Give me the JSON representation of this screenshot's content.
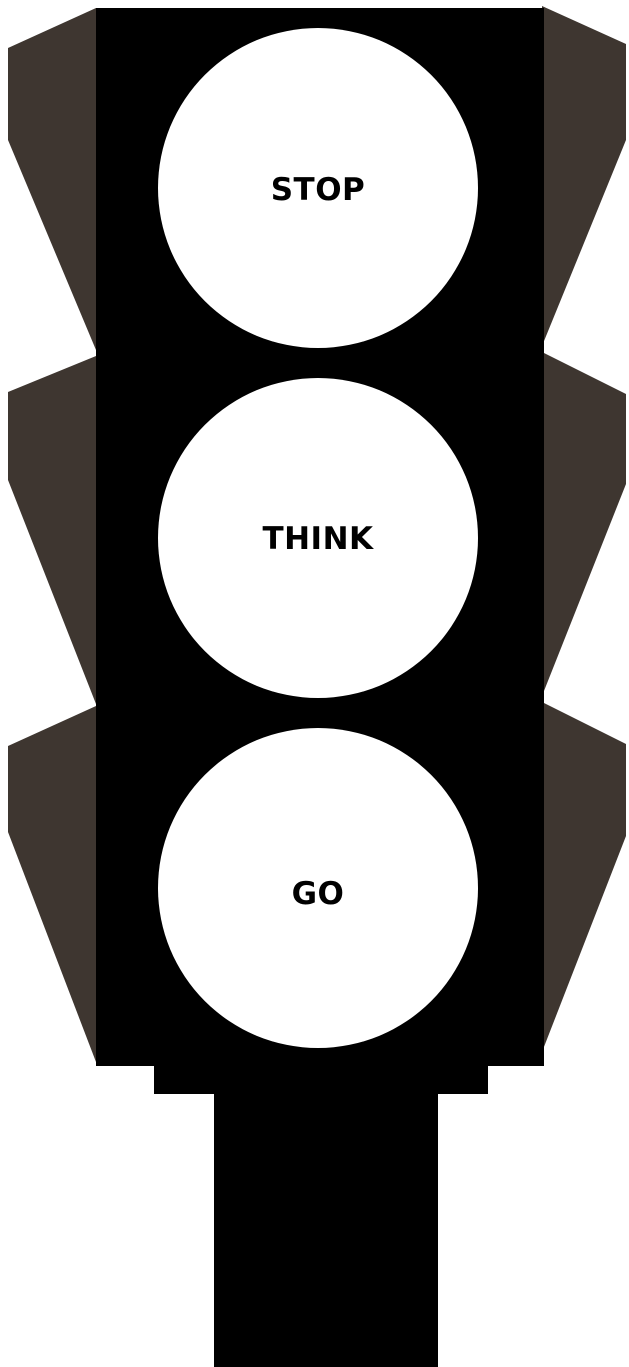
{
  "traffic_light": {
    "lamps": [
      {
        "label": "STOP"
      },
      {
        "label": "THINK"
      },
      {
        "label": "GO"
      }
    ]
  },
  "colors": {
    "housing": "#000000",
    "visor": "#3e3630",
    "lamp_face": "#ffffff",
    "text": "#000000",
    "background": "#ffffff"
  }
}
